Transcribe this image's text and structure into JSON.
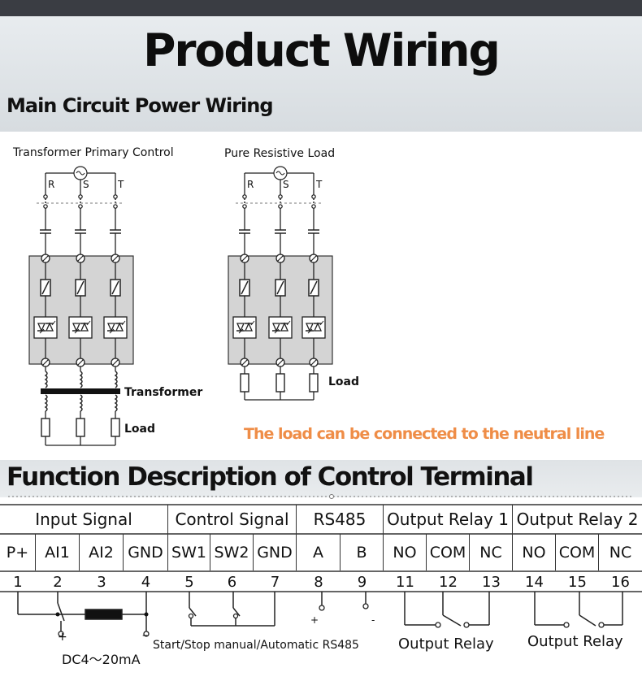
{
  "header": {
    "title": "Product Wiring",
    "section_main": "Main Circuit Power Wiring",
    "section_terminal": "Function Description of Control Terminal"
  },
  "diagram_left": {
    "caption": "Transformer Primary Control",
    "phases": [
      "R",
      "S",
      "T"
    ],
    "transformer_label": "Transformer",
    "load_label": "Load"
  },
  "diagram_right": {
    "caption": "Pure Resistive Load",
    "phases": [
      "R",
      "S",
      "T"
    ],
    "load_label": "Load"
  },
  "note": "The load can be connected to the neutral line",
  "terminal": {
    "groups": [
      "Input Signal",
      "Control Signal",
      "RS485",
      "Output Relay 1",
      "Output Relay 2"
    ],
    "labels": [
      "P+",
      "AI1",
      "AI2",
      "GND",
      "SW1",
      "SW2",
      "GND",
      "A",
      "B",
      "NO",
      "COM",
      "NC",
      "NO",
      "COM",
      "NC"
    ],
    "numbers": [
      "1",
      "2",
      "3",
      "4",
      "5",
      "6",
      "7",
      "8",
      "9",
      "11",
      "12",
      "13",
      "14",
      "15",
      "16"
    ]
  },
  "bottom": {
    "plus": "+",
    "minus": "–",
    "plus2": "+",
    "minus2": "-",
    "dc": "DC4～20mA",
    "start_stop": "Start/Stop manual/Automatic RS485",
    "relay1": "Output Relay",
    "relay2": "Output Relay"
  },
  "colors": {
    "note": "#ef8d47",
    "header_bar": "#3a3d43",
    "module_fill": "#d4d4d4"
  }
}
